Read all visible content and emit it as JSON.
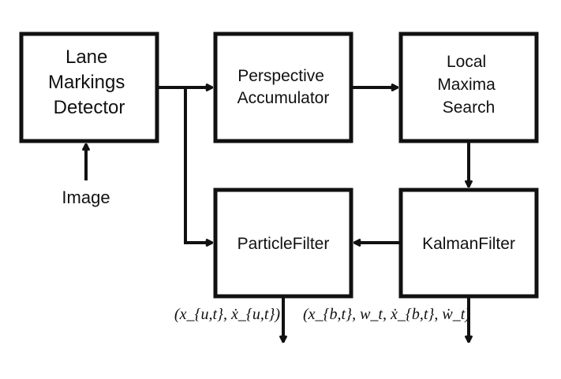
{
  "blocks": {
    "lane_detector": {
      "lines": [
        "Lane",
        "Markings",
        "Detector"
      ]
    },
    "perspective_accumulator": {
      "lines": [
        "Perspective",
        "Accumulator"
      ]
    },
    "local_maxima_search": {
      "lines": [
        "Local",
        "Maxima",
        "Search"
      ]
    },
    "particle_filter": {
      "lines": [
        "ParticleFilter"
      ]
    },
    "kalman_filter": {
      "lines": [
        "KalmanFilter"
      ]
    }
  },
  "labels": {
    "image_input": "Image"
  },
  "outputs": {
    "particle_filter_output": "(x_{u,t}, ẋ_{u,t})",
    "kalman_filter_output": "(x_{b,t}, w_t, ẋ_{b,t}, ẇ_t)"
  }
}
